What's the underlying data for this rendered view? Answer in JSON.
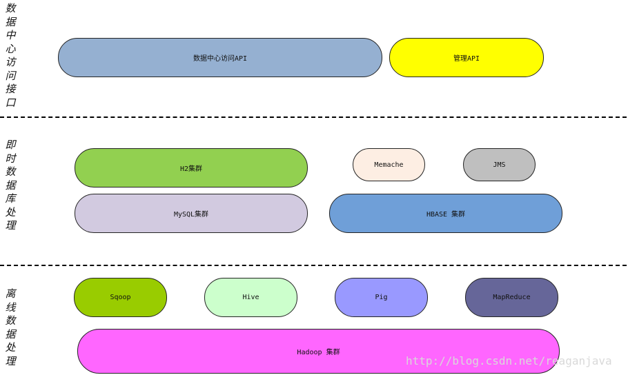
{
  "layers": {
    "access": {
      "label": "数据中心访问接口"
    },
    "realtime": {
      "label": "即时数据库处理"
    },
    "offline": {
      "label": "离线数据处理"
    }
  },
  "boxes": {
    "dc_api": {
      "label": "数据中心访问API",
      "color": "#95B0D1"
    },
    "mgmt_api": {
      "label": "管理API",
      "color": "#FFFF00"
    },
    "h2": {
      "label": "H2集群",
      "color": "#92D050"
    },
    "memache": {
      "label": "Memache",
      "color": "#FDEEE3"
    },
    "jms": {
      "label": "JMS",
      "color": "#BFBFBF"
    },
    "mysql": {
      "label": "MySQL集群",
      "color": "#D2CAE0"
    },
    "hbase": {
      "label": "HBASE 集群",
      "color": "#6F9FD8"
    },
    "sqoop": {
      "label": "Sqoop",
      "color": "#99CC00"
    },
    "hive": {
      "label": "Hive",
      "color": "#CCFFCC"
    },
    "pig": {
      "label": "Pig",
      "color": "#9999FF"
    },
    "mapreduce": {
      "label": "MapReduce",
      "color": "#666699"
    },
    "hadoop": {
      "label": "Hadoop 集群",
      "color": "#FF66FF"
    }
  },
  "watermark": "http://blog.csdn.net/reaganjava"
}
